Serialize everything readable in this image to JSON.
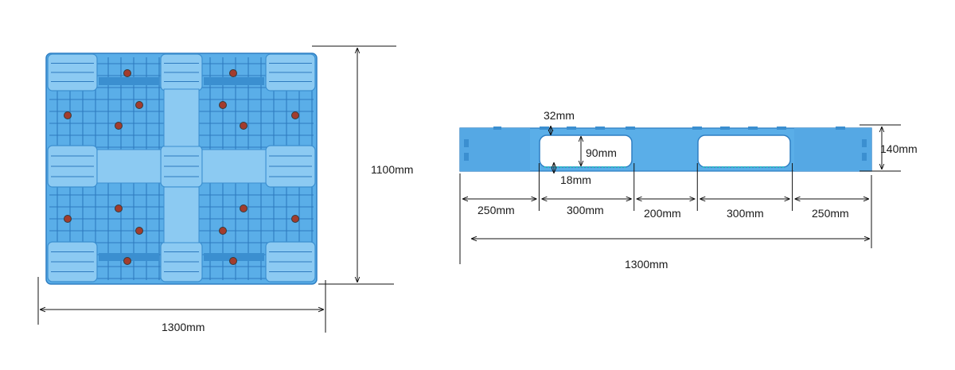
{
  "colors": {
    "pallet_fill": "#5aaee8",
    "pallet_dark": "#3b8fd0",
    "pallet_light": "#8ccaf2",
    "boss_marker": "#a33c2d",
    "dimension_line": "#111111"
  },
  "top_view": {
    "width_label": "1300mm",
    "depth_label": "1100mm"
  },
  "side_view": {
    "height_label": "140mm",
    "deck_label": "32mm",
    "opening_height_label": "90mm",
    "bottom_label": "18mm",
    "segments": [
      {
        "label": "250mm",
        "value": 250
      },
      {
        "label": "300mm",
        "value": 300
      },
      {
        "label": "200mm",
        "value": 200
      },
      {
        "label": "300mm",
        "value": 300
      },
      {
        "label": "250mm",
        "value": 250
      }
    ],
    "total_label": "1300mm"
  }
}
